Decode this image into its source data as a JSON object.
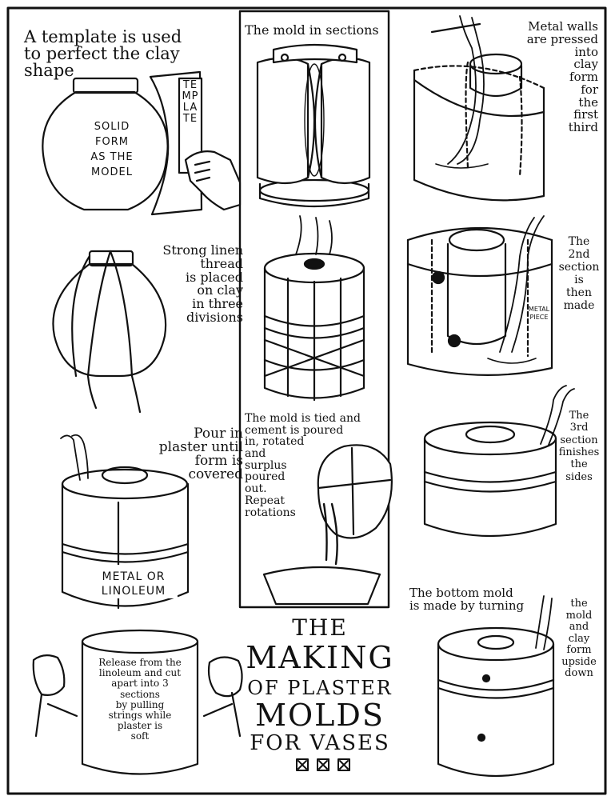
{
  "title": {
    "line1": "THE",
    "line2": "MAKING",
    "line3": "OF PLASTER",
    "line4": "MOLDS",
    "line5": "FOR VASES"
  },
  "captions": {
    "template": "A template is used\nto perfect the clay\nshape",
    "solid_form": "SOLID\nFORM\nAS THE\nMODEL",
    "template_word": "TEMPLATE",
    "mold_sections": "The mold in sections",
    "metal_walls": "Metal walls\nare pressed\ninto\nclay\nform\nfor\nthe\nfirst\nthird",
    "linen_thread": "Strong linen\nthread\nis placed\non clay\nin three\ndivisions",
    "second_section": "The\n2nd\nsection\nis\nthen\nmade",
    "metal_piece": "METAL\nPIECE",
    "tied_cement": "The mold is tied and\ncement is poured\nin, rotated\nand\nsurplus\npoured\nout.\nRepeat\nrotations",
    "pour_plaster": "Pour in\nplaster until\nform is\ncovered",
    "third_section": "The\n3rd\nsection\nfinishes\nthe\nsides",
    "metal_linoleum": "METAL OR\nLINOLEUM",
    "bottom_mold": "The bottom mold\nis made by turning",
    "mold_upside": "the\nmold\nand\nclay\nform\nupside\ndown",
    "release": "Release from the\nlinoleum and cut\napart into 3\nsections\nby pulling\nstrings while\nplaster is\nsoft"
  }
}
